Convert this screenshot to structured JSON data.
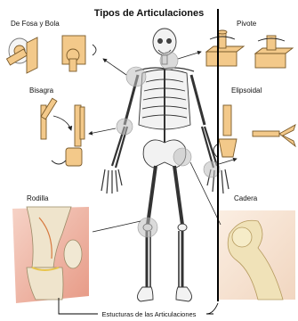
{
  "title": "Tipos de Articulaciones",
  "caption": "Estucturas de las Articulaciones",
  "joints": {
    "ball": "De Fosa y Bola",
    "pivot": "Pivote",
    "hinge": "Bisagra",
    "ellipsoid": "Elipsoidal",
    "knee": "Rodilla",
    "hip": "Cadera"
  },
  "colors": {
    "block": "#f3c98a",
    "block_stroke": "#7a5a2a",
    "highlight": "#cfcfcf",
    "bone": "#f1ead6",
    "arrow": "#222222"
  },
  "icons": {
    "rotate": "rotation-arrow-icon",
    "flex": "flex-arrow-icon"
  }
}
